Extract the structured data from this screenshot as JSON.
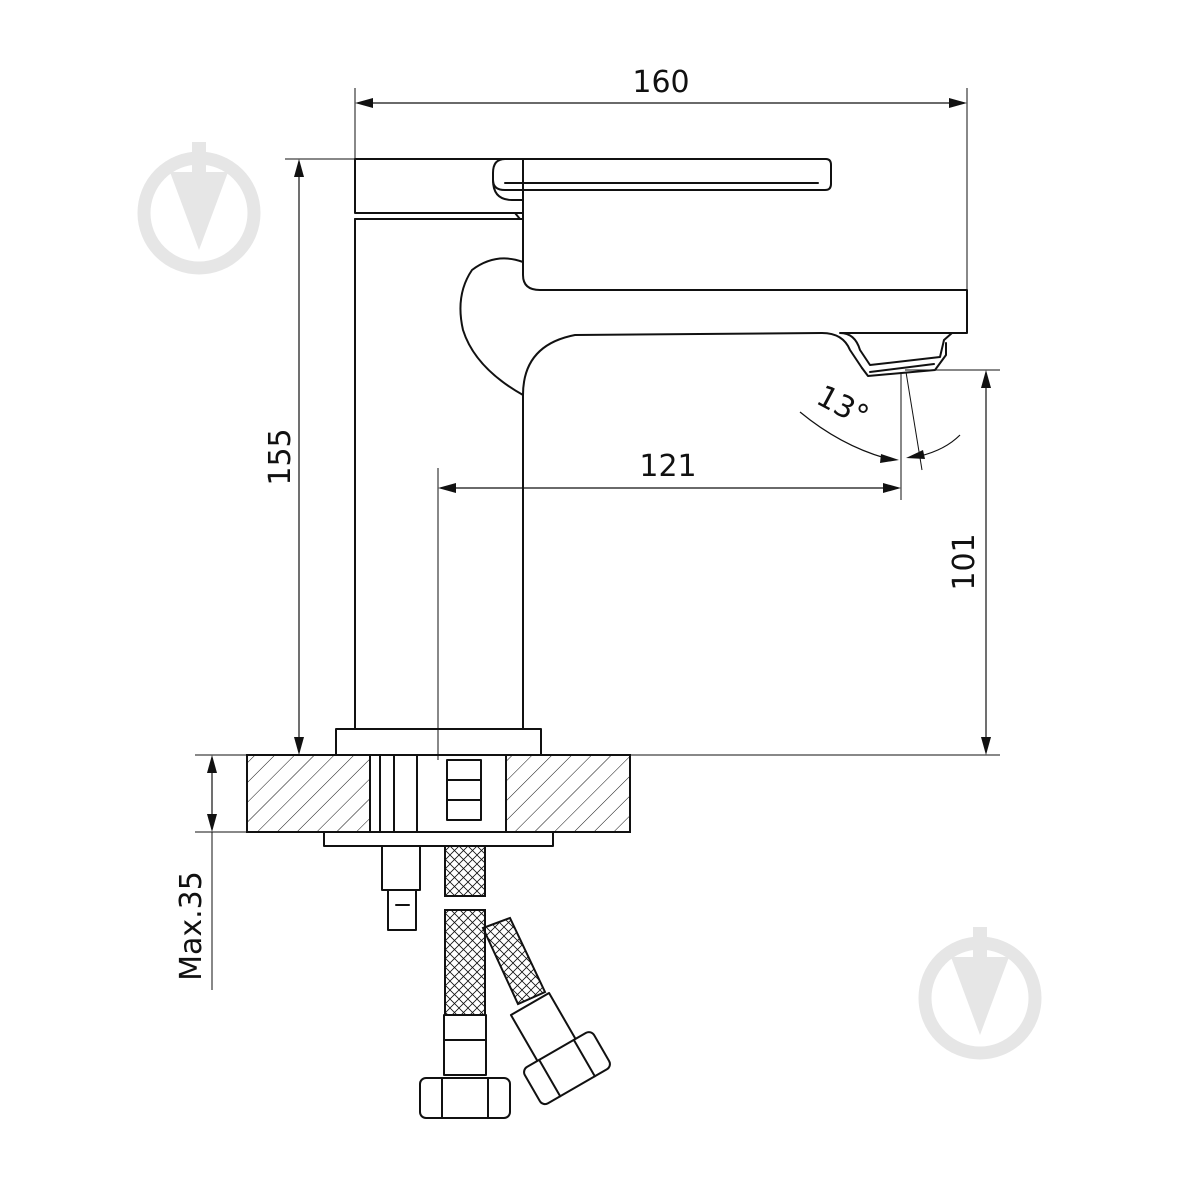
{
  "dimensions": {
    "width": "160",
    "height": "155",
    "reach": "121",
    "spout_height": "101",
    "angle": "13°",
    "max_thickness": "Max.35"
  },
  "colors": {
    "line": "#111111",
    "watermark": "#e6e6e6",
    "background": "#ffffff"
  },
  "icons": [
    "brand-watermark-icon"
  ]
}
